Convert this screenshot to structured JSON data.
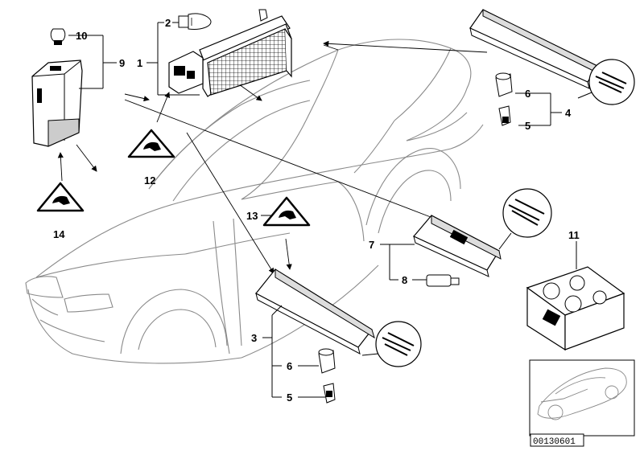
{
  "diagram": {
    "callouts": {
      "c1": "1",
      "c2": "2",
      "c3": "3",
      "c4": "4",
      "c5a": "5",
      "c5b": "5",
      "c6a": "6",
      "c6b": "6",
      "c7": "7",
      "c8": "8",
      "c9": "9",
      "c10": "10",
      "c11": "11",
      "c12": "12",
      "c13": "13",
      "c14": "14"
    },
    "reference_number": "00130601"
  }
}
